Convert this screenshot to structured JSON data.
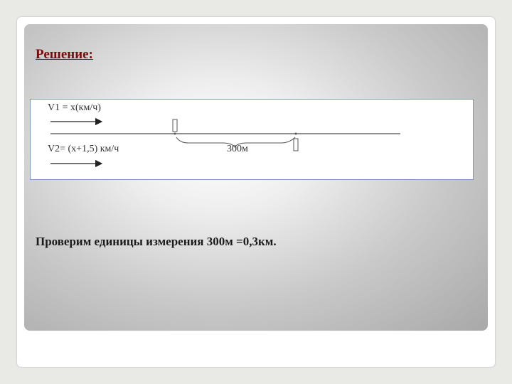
{
  "slide": {
    "title": "Решение:",
    "diagram": {
      "v1_label": "V1 = x(км/ч)",
      "v2_label": "V2= (x+1,5) км/ч",
      "distance_label": "300м"
    },
    "conclusion": "Проверим единицы измерения 300м =0,3км."
  }
}
